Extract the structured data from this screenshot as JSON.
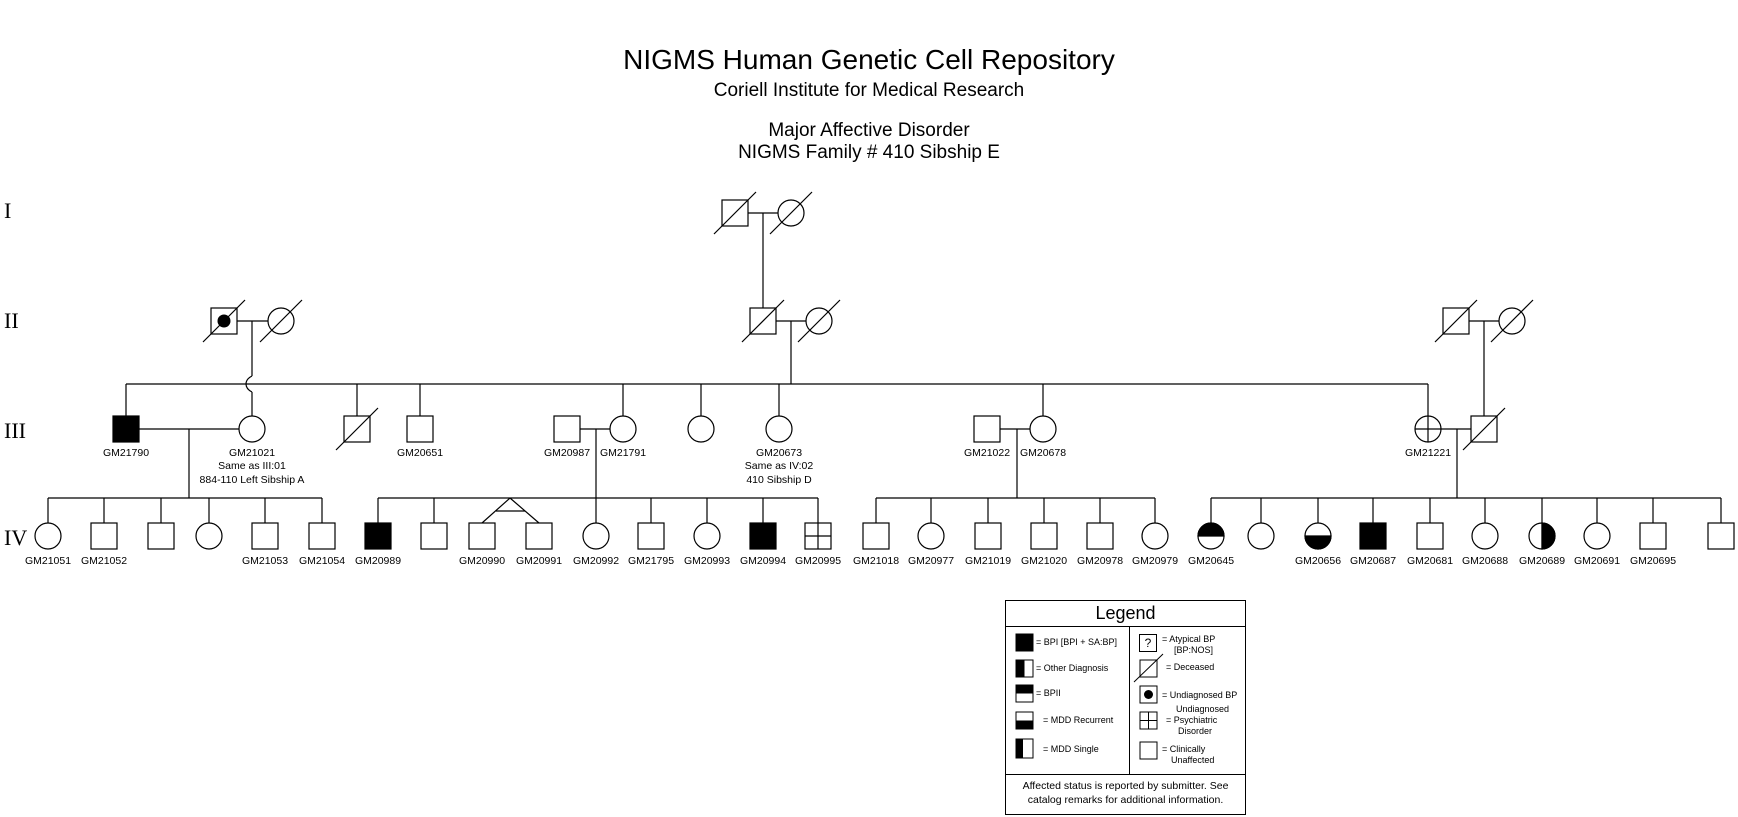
{
  "header": {
    "title": "NIGMS Human Genetic Cell Repository",
    "subtitle": "Coriell Institute for Medical Research",
    "disorder": "Major Affective Disorder",
    "family": "NIGMS Family # 410 Sibship E"
  },
  "generations": [
    "I",
    "II",
    "III",
    "IV"
  ],
  "gen3_labels": {
    "gm21790": "GM21790",
    "gm21021": "GM21021",
    "gm21021_note1": "Same as III:01",
    "gm21021_note2": "884-110 Left Sibship A",
    "gm20651": "GM20651",
    "gm20987": "GM20987",
    "gm21791": "GM21791",
    "gm20673": "GM20673",
    "gm20673_note1": "Same as IV:02",
    "gm20673_note2": "410 Sibship D",
    "gm21022": "GM21022",
    "gm20678": "GM20678",
    "gm21221": "GM21221"
  },
  "gen4_labels": {
    "a1": "GM21051",
    "a2": "GM21052",
    "a4": "GM21053",
    "a5": "GM21054",
    "b1": "GM20989",
    "b3": "GM20990",
    "b4": "GM20991",
    "b5": "GM20992",
    "b6": "GM21795",
    "b7": "GM20993",
    "b8": "GM20994",
    "b9": "GM20995",
    "c1": "GM21018",
    "c2": "GM20977",
    "c3": "GM21019",
    "c4": "GM21020",
    "c5": "GM20978",
    "c6": "GM20979",
    "d1": "GM20645",
    "d3": "GM20656",
    "d4": "GM20687",
    "d5": "GM20681",
    "d6": "GM20688",
    "d7": "GM20689",
    "d8": "GM20691",
    "d9": "GM20695"
  },
  "legend": {
    "title": "Legend",
    "bpi": "= BPI [BPI + SA:BP]",
    "other": "= Other Diagnosis",
    "bpii": "= BPII",
    "mdd_recurrent": "= MDD Recurrent",
    "mdd_single": "= MDD Single",
    "atypical_symbol": "?",
    "atypical_1": "=  Atypical BP",
    "atypical_2": "[BP:NOS]",
    "deceased": "= Deceased",
    "undiagnosed_bp": "= Undiagnosed BP",
    "undiag_psych_1": "Undiagnosed",
    "undiag_psych_2": "= Psychiatric",
    "undiag_psych_3": "Disorder",
    "unaffected_1": "= Clinically",
    "unaffected_2": "Unaffected",
    "note_1": "Affected status is reported by submitter. See",
    "note_2": "catalog remarks for additional information."
  }
}
